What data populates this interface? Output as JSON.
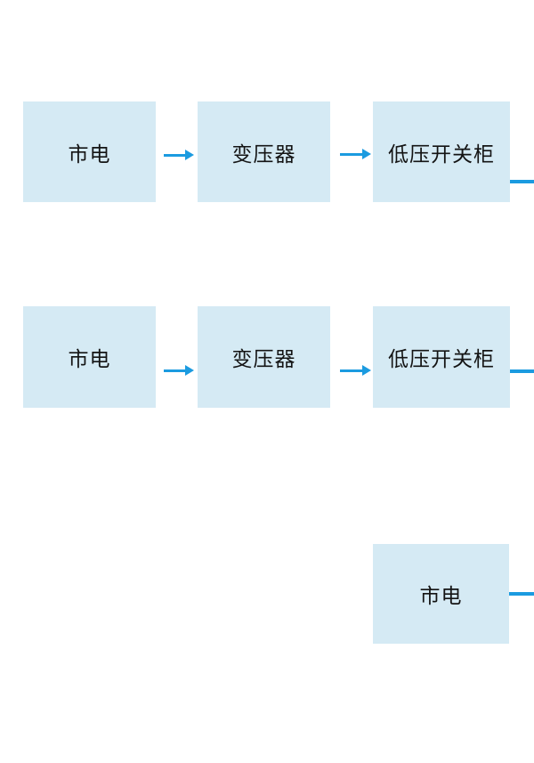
{
  "diagram": {
    "colors": {
      "background": "#ffffff",
      "box_fill": "#d5eaf4",
      "connector": "#1b9be0",
      "text": "#141414"
    },
    "rows": [
      {
        "nodes": [
          {
            "label": "市电"
          },
          {
            "label": "变压器"
          },
          {
            "label": "低压开关柜"
          }
        ]
      },
      {
        "nodes": [
          {
            "label": "市电"
          },
          {
            "label": "变压器"
          },
          {
            "label": "低压开关柜"
          }
        ]
      },
      {
        "nodes": [
          {
            "label": "市电"
          }
        ]
      }
    ]
  }
}
